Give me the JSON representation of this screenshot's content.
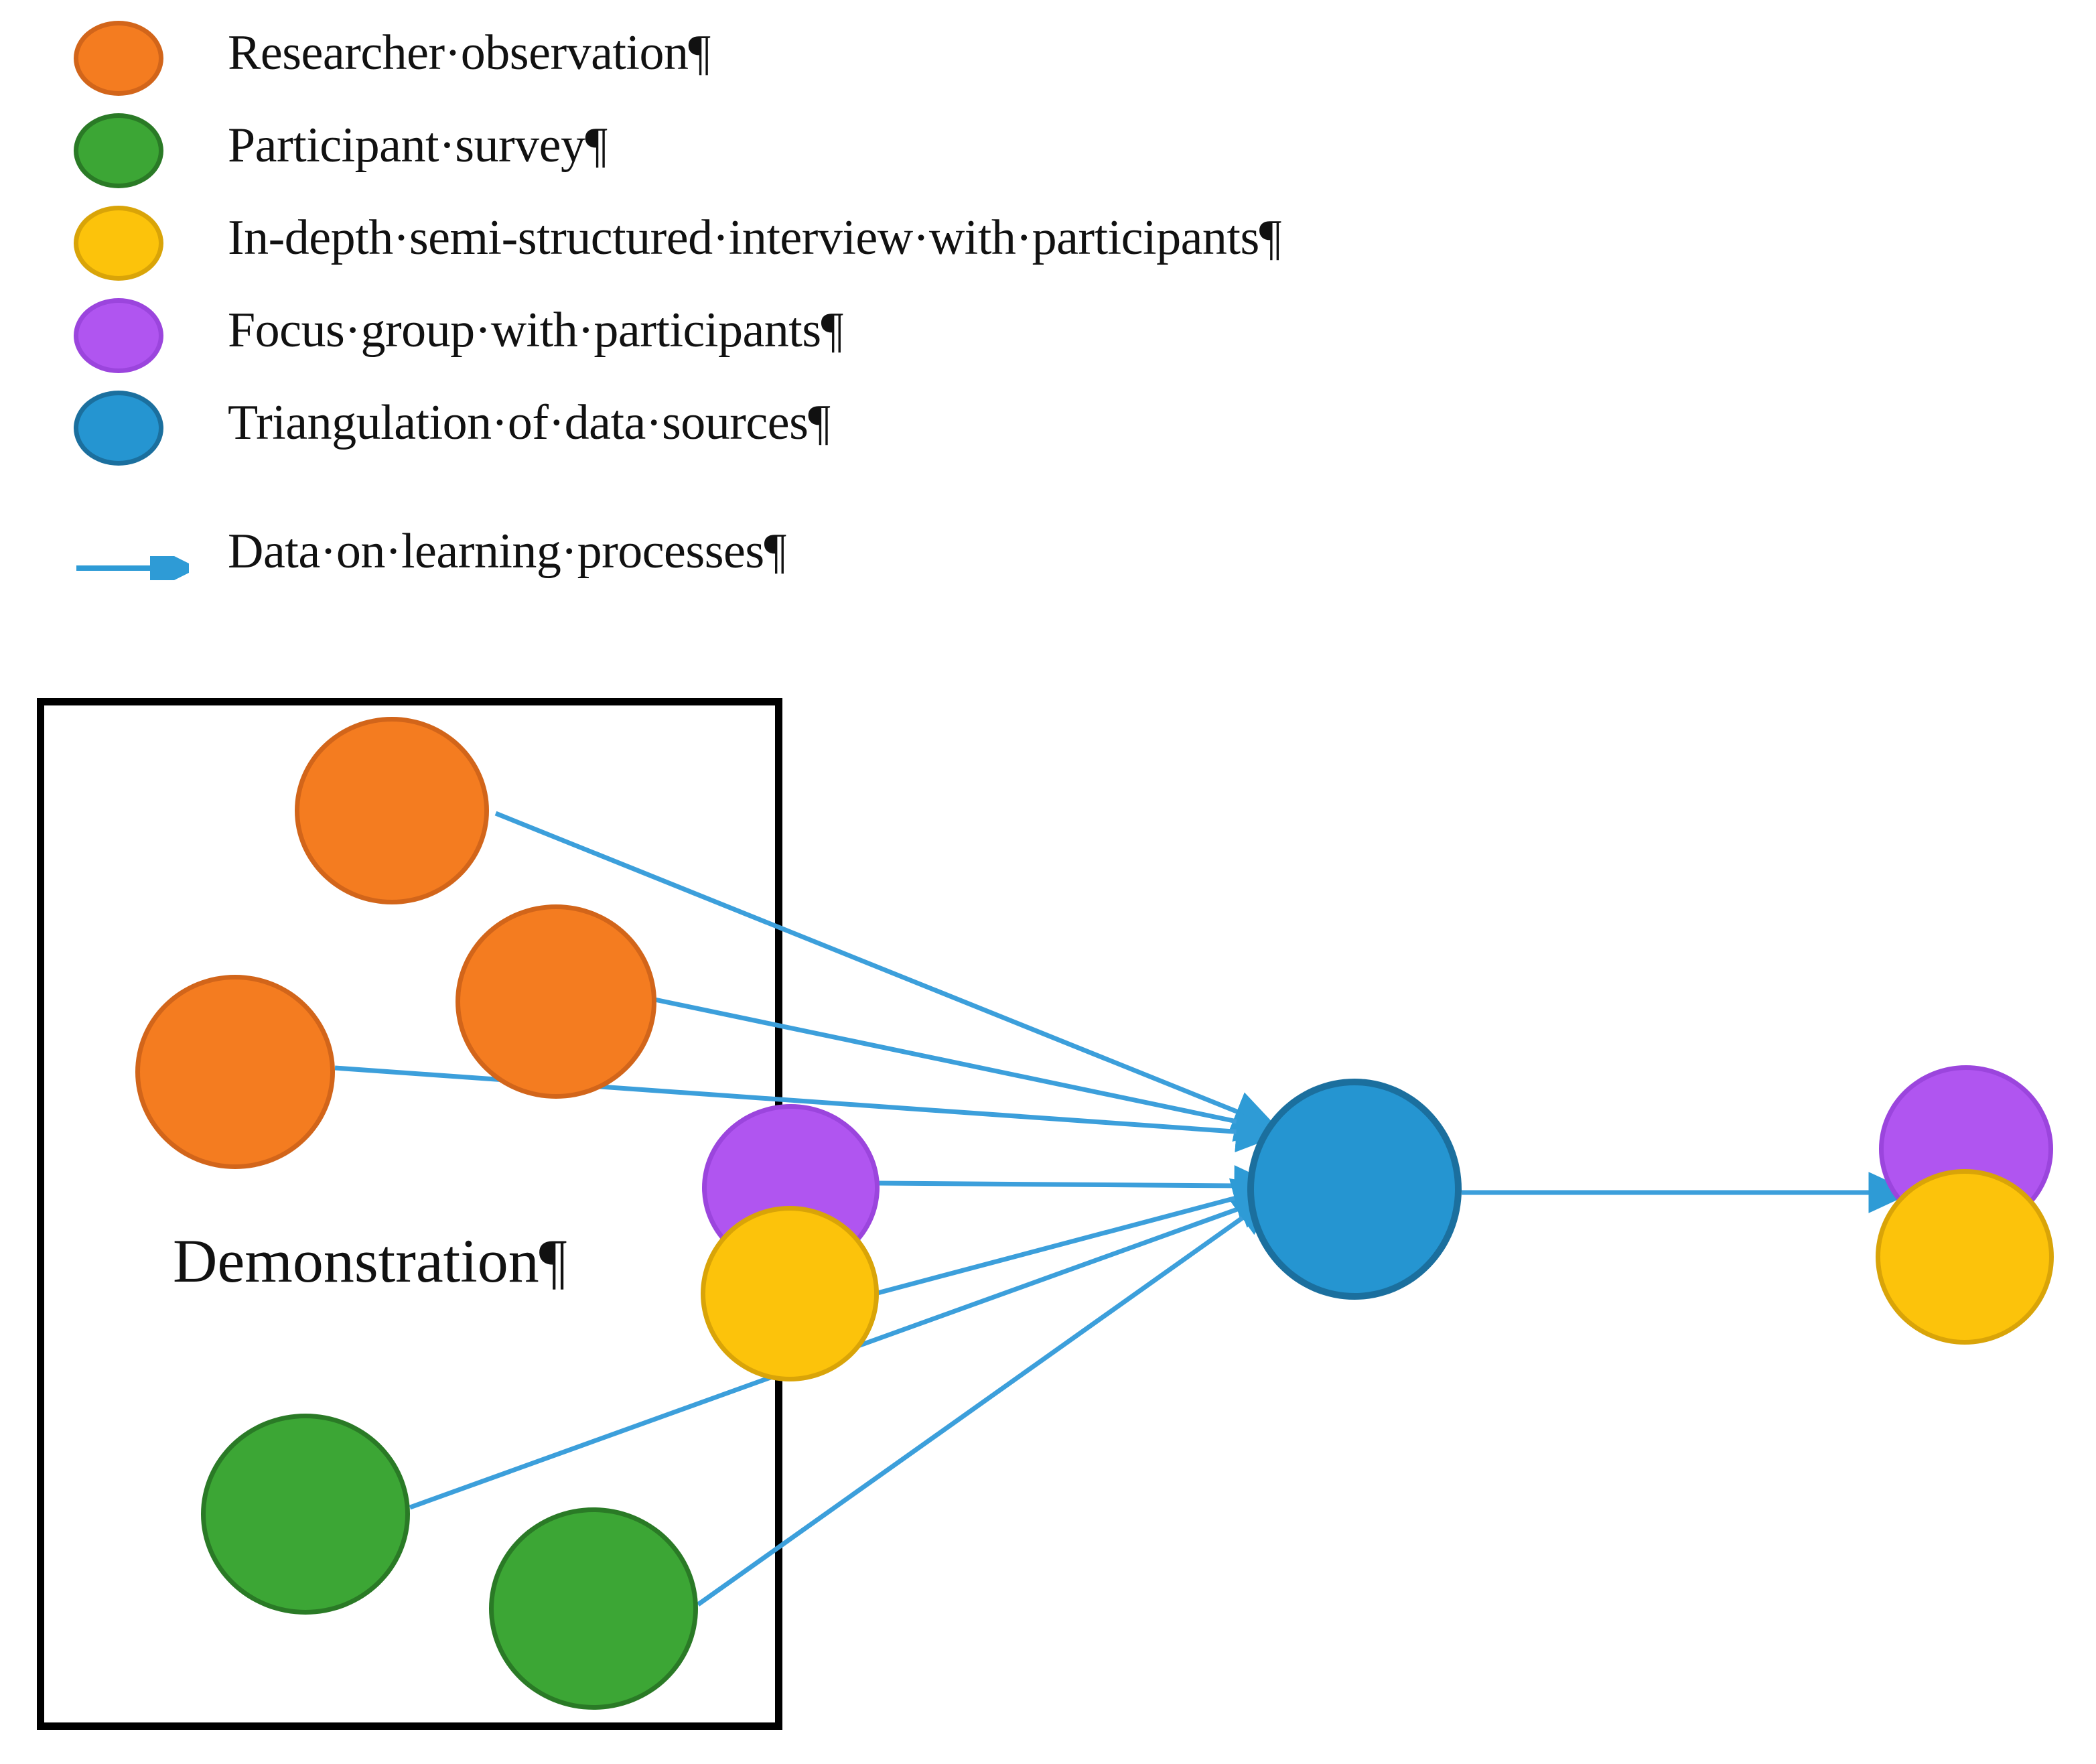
{
  "colors": {
    "orange_fill": "#F47C20",
    "orange_stroke": "#D2651A",
    "green_fill": "#3CA635",
    "green_stroke": "#2A7A26",
    "yellow_fill": "#FCC30B",
    "yellow_stroke": "#D9A408",
    "purple_fill": "#B055F0",
    "purple_stroke": "#8E2FC8",
    "blue_fill": "#2595D1",
    "blue_stroke": "#1B6F9E",
    "arrow_blue": "#2E9BD6",
    "box_border": "#000000",
    "text": "#111111",
    "background": "#FFFFFF"
  },
  "legend": {
    "items": [
      {
        "icon": "orange-circle-swatch",
        "label": "Researcher·observation¶",
        "color_key": "orange"
      },
      {
        "icon": "green-circle-swatch",
        "label": "Participant·survey¶",
        "color_key": "green"
      },
      {
        "icon": "yellow-circle-swatch",
        "label": "In-depth·semi-structured·interview·with·participants¶",
        "color_key": "yellow"
      },
      {
        "icon": "purple-circle-swatch",
        "label": "Focus·group·with·participants¶",
        "color_key": "purple"
      },
      {
        "icon": "blue-circle-swatch",
        "label": "Triangulation·of·data·sources¶",
        "color_key": "blue"
      },
      {
        "icon": "blue-arrow-swatch",
        "label": "Data·on·learning·processes¶",
        "color_key": "arrow"
      }
    ]
  },
  "diagram": {
    "box_label": "Demonstration¶",
    "nodes": [
      {
        "name": "researcher-observation-node-1",
        "type": "researcher-observation",
        "color_key": "orange"
      },
      {
        "name": "researcher-observation-node-2",
        "type": "researcher-observation",
        "color_key": "orange"
      },
      {
        "name": "researcher-observation-node-3",
        "type": "researcher-observation",
        "color_key": "orange"
      },
      {
        "name": "focus-group-node-inside",
        "type": "focus-group",
        "color_key": "purple"
      },
      {
        "name": "interview-node-inside",
        "type": "interview",
        "color_key": "yellow"
      },
      {
        "name": "participant-survey-node-1",
        "type": "participant-survey",
        "color_key": "green"
      },
      {
        "name": "participant-survey-node-2",
        "type": "participant-survey",
        "color_key": "green"
      },
      {
        "name": "triangulation-node",
        "type": "triangulation",
        "color_key": "blue"
      },
      {
        "name": "focus-group-node-outside",
        "type": "focus-group",
        "color_key": "purple"
      },
      {
        "name": "interview-node-outside",
        "type": "interview",
        "color_key": "yellow"
      }
    ],
    "edge_label": "Data·on·learning·processes¶",
    "edge_count": 7
  }
}
